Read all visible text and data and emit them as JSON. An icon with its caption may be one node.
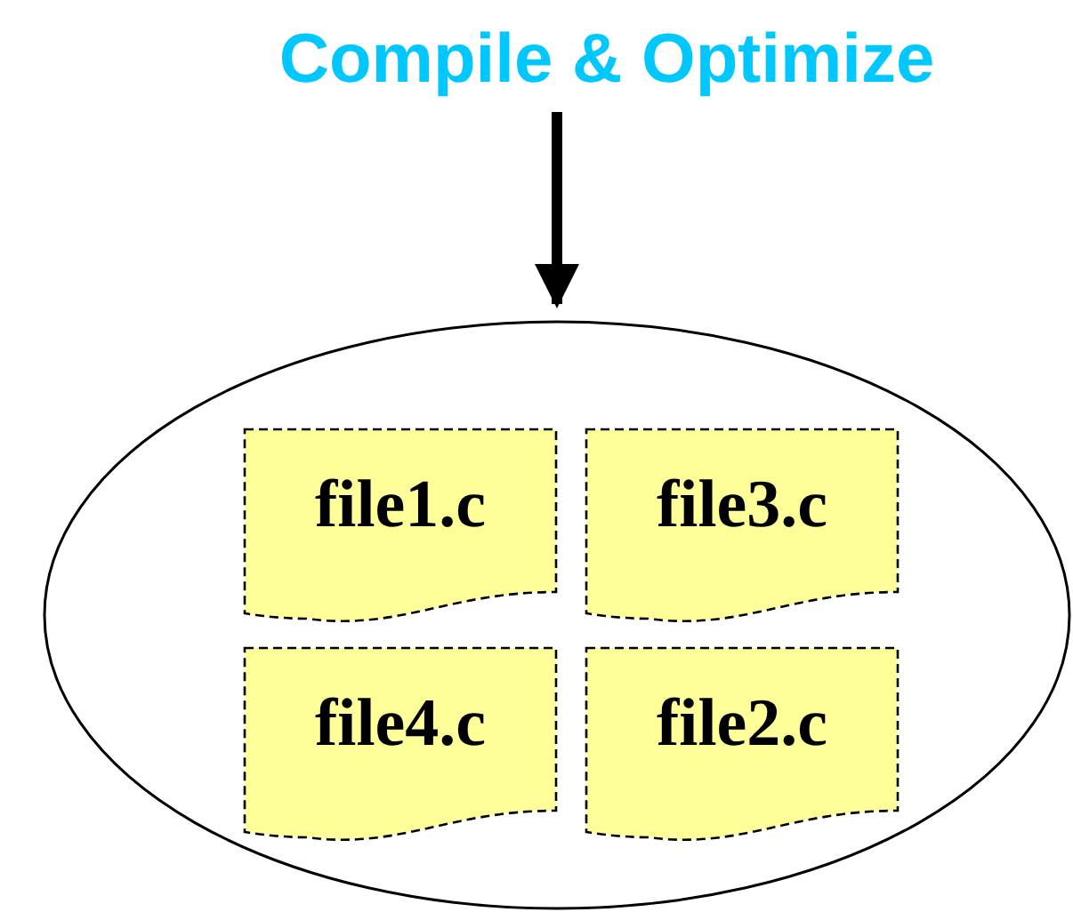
{
  "diagram": {
    "nodes": [
      {
        "text": [
          "Compile & Optimize"
        ]
      },
      {
        "text": [],
        "shape": "ellipse"
      },
      {
        "text": [
          "file1.c"
        ],
        "in": 1
      },
      {
        "text": [
          "file3.c"
        ],
        "in": 1
      },
      {
        "text": [
          "file4.c"
        ],
        "in": 1
      },
      {
        "text": [
          "file2.c"
        ],
        "in": 1
      }
    ],
    "edges": [
      {
        "from": 0,
        "to": 1,
        "arrow": "to"
      }
    ]
  }
}
